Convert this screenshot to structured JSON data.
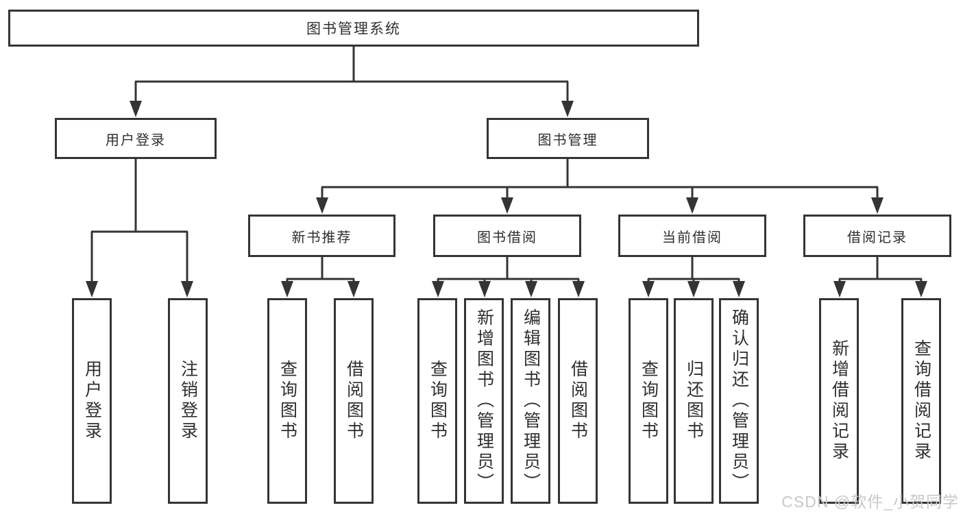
{
  "tree": {
    "root": {
      "label": "图书管理系统",
      "children": [
        {
          "label": "用户登录",
          "children": [
            {
              "label": "用户登录"
            },
            {
              "label": "注销登录"
            }
          ]
        },
        {
          "label": "图书管理",
          "children": [
            {
              "label": "新书推荐",
              "children": [
                {
                  "label": "查询图书"
                },
                {
                  "label": "借阅图书"
                }
              ]
            },
            {
              "label": "图书借阅",
              "children": [
                {
                  "label": "查询图书"
                },
                {
                  "label": "新增图书（管理员）"
                },
                {
                  "label": "编辑图书（管理员）"
                },
                {
                  "label": "借阅图书"
                }
              ]
            },
            {
              "label": "当前借阅",
              "children": [
                {
                  "label": "查询图书"
                },
                {
                  "label": "归还图书"
                },
                {
                  "label": "确认归还（管理员）"
                }
              ]
            },
            {
              "label": "借阅记录",
              "children": [
                {
                  "label": "新增借阅记录"
                },
                {
                  "label": "查询借阅记录"
                }
              ]
            }
          ]
        }
      ]
    }
  },
  "watermark": "CSDN @软件_小贺同学",
  "colors": {
    "line": "#343434",
    "box_border": "#343434",
    "text": "#2f2f2f",
    "background": "#ffffff",
    "watermark": "#c8c8c8"
  }
}
